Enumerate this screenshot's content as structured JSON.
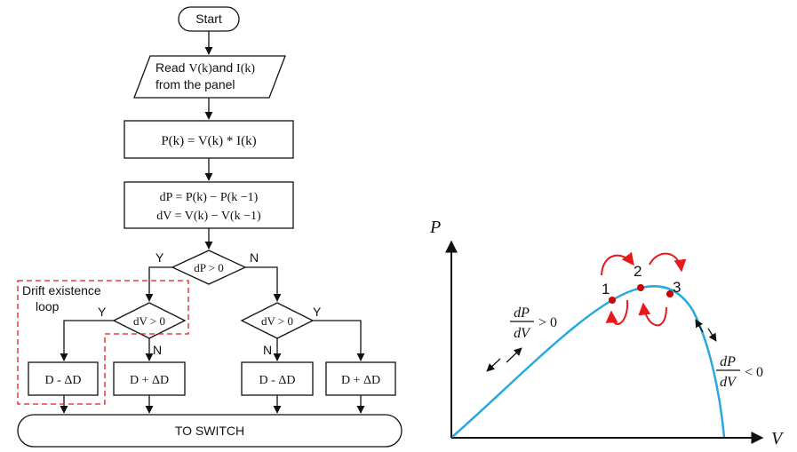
{
  "flowchart": {
    "start": "Start",
    "read_prefix": "Read ",
    "read_v": "V(k)",
    "read_and": "and ",
    "read_i": "I(k)",
    "read_line2": "from the panel",
    "power_eq": "P(k) = V(k) * I(k)",
    "dp_eq": "dP = P(k) − P(k −1)",
    "dv_eq": "dV = V(k) − V(k −1)",
    "decision_dp": "dP > 0",
    "decision_dv_left": "dV > 0",
    "decision_dv_right": "dV > 0",
    "label_y1": "Y",
    "label_n1": "N",
    "label_y2": "Y",
    "label_n2": "N",
    "label_n3": "N",
    "label_y3": "Y",
    "drift_label_1": "Drift existence",
    "drift_label_2": "loop",
    "box_1": "D - ΔD",
    "box_2": "D + ΔD",
    "box_3": "D - ΔD",
    "box_4": "D + ΔD",
    "to_switch": "TO SWITCH"
  },
  "pv_curve": {
    "y_axis": "P",
    "x_axis": "V",
    "point_1": "1",
    "point_2": "2",
    "point_3": "3",
    "left_num": "dP",
    "left_den": "dV",
    "left_rel": "> 0",
    "right_num": "dP",
    "right_den": "dV",
    "right_rel": "< 0"
  },
  "colors": {
    "curve": "#29a8e0",
    "points": "#cc0000",
    "arrows": "#e8191b",
    "drift_box": "#e8191b",
    "lines": "#111111"
  }
}
